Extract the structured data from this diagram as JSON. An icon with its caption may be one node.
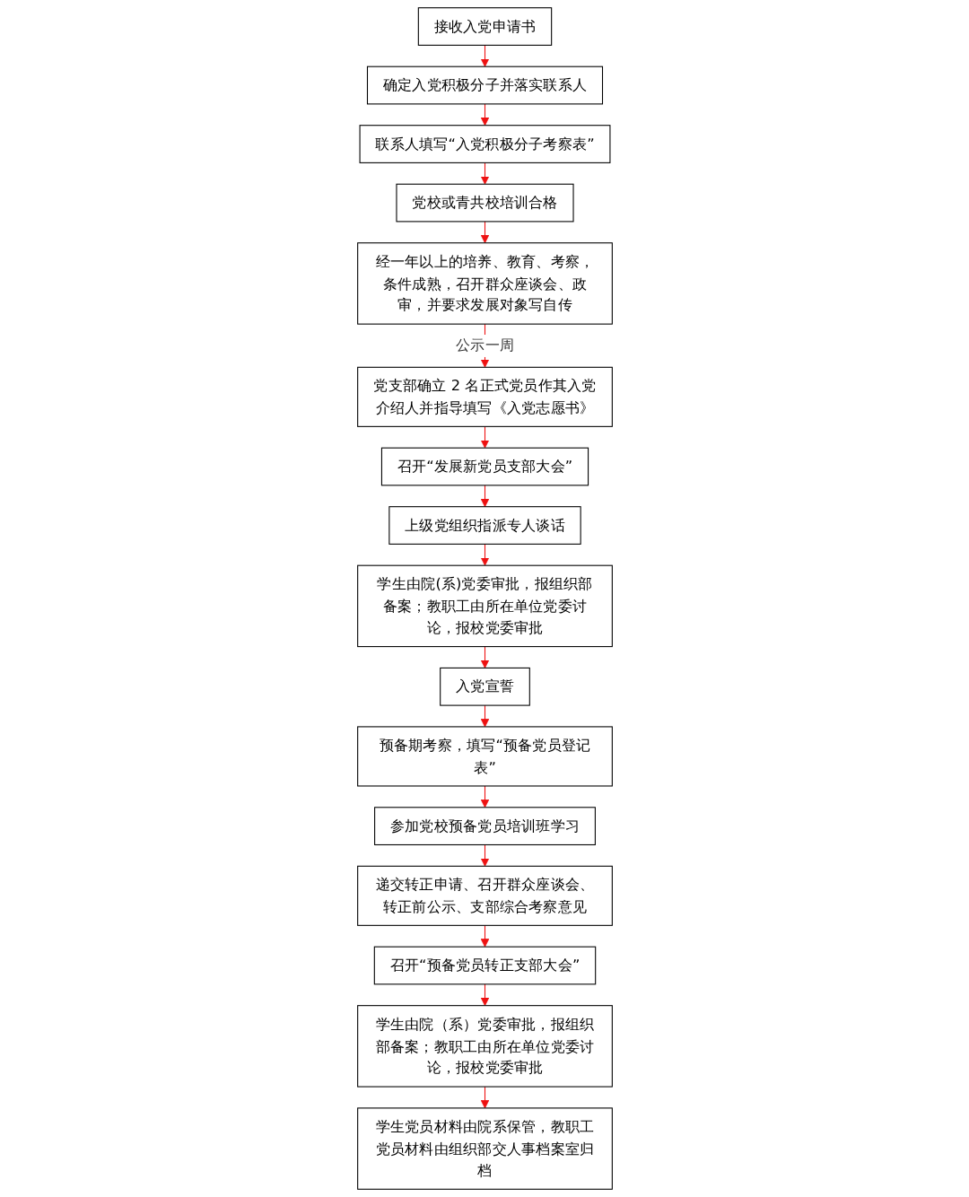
{
  "diagram": {
    "nodes": [
      {
        "text": [
          "接收入党申请书"
        ]
      },
      {
        "text": [
          "确定入党积极分子并落实联系人"
        ]
      },
      {
        "text": [
          "党校或青共校培训合格"
        ]
      },
      {
        "text": [
          "联系人填写“入党积极分子考察表”"
        ]
      },
      {
        "text": [
          "经一年以上的培养、教育、考察，条件成熟，召开群众座谈会、政审，并要求发展对象写自传"
        ]
      },
      {
        "text": [
          "党支部确立 2 名正式党员作其入党介绍人并指导填写《入党志愿书》"
        ]
      },
      {
        "text": [
          "上级党组织指派专人谈话"
        ]
      },
      {
        "text": [
          "召开“发展新党员支部大会”"
        ]
      },
      {
        "text": [
          "学生由院(系)党委审批，报组织部备案；教职工由所在单位党委讨论，报校党委审批"
        ]
      },
      {
        "text": [
          "入党宣誓"
        ]
      },
      {
        "text": [
          "参加党校预备党员培训班学习"
        ]
      },
      {
        "text": [
          "预备期考察，填写“预备党员登记表”"
        ]
      },
      {
        "text": [
          "递交转正申请、召开群众座谈会、转正前公示、支部综合考察意见"
        ]
      },
      {
        "text": [
          "召开“预备党员转正支部大会”"
        ]
      },
      {
        "text": [
          "学生党员材料由院系保管，教职工党员材料由组织部交人事档案室归档"
        ]
      },
      {
        "text": [
          "学生由院（系）党委审批，报组织部备案；教职工由所在单位党委讨论，报校党委审批"
        ]
      }
    ],
    "edges": [
      {
        "from": 0,
        "to": 1,
        "arrow": "to"
      },
      {
        "from": 1,
        "to": 3,
        "arrow": "to"
      },
      {
        "from": 3,
        "to": 2,
        "arrow": "to"
      },
      {
        "from": 2,
        "to": 4,
        "arrow": "to"
      },
      {
        "from": 4,
        "to": 5,
        "arrow": "to",
        "label": "公示一周"
      },
      {
        "from": 5,
        "to": 7,
        "arrow": "to"
      },
      {
        "from": 7,
        "to": 6,
        "arrow": "to"
      },
      {
        "from": 6,
        "to": 8,
        "arrow": "to"
      },
      {
        "from": 8,
        "to": 9,
        "arrow": "to"
      },
      {
        "from": 9,
        "to": 11,
        "arrow": "to"
      },
      {
        "from": 11,
        "to": 10,
        "arrow": "to"
      },
      {
        "from": 10,
        "to": 12,
        "arrow": "to"
      },
      {
        "from": 12,
        "to": 13,
        "arrow": "to"
      },
      {
        "from": 13,
        "to": 15,
        "arrow": "to"
      },
      {
        "from": 15,
        "to": 14,
        "arrow": "to"
      }
    ]
  }
}
